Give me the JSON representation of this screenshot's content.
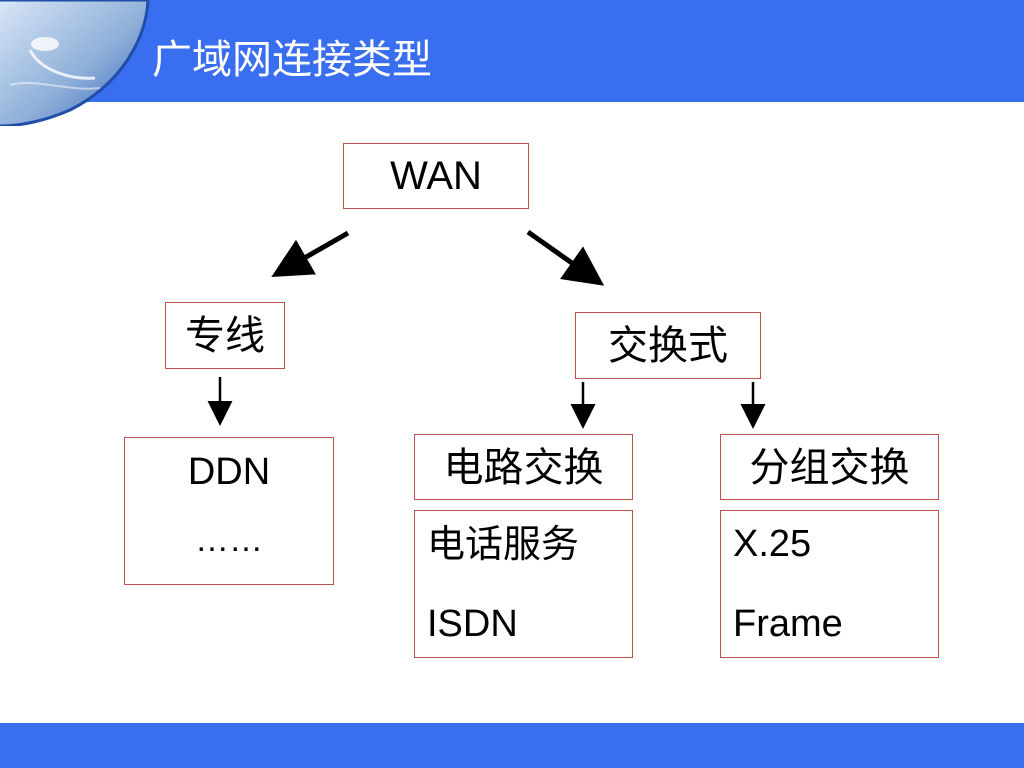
{
  "slide": {
    "title": "广域网连接类型",
    "colors": {
      "header": "#3a6ef0",
      "footer": "#3a6ef0",
      "box_border": "#c0504d",
      "title_text": "#ffffff"
    }
  },
  "diagram": {
    "root": {
      "label": "WAN"
    },
    "leased": {
      "label": "专线"
    },
    "switched": {
      "label": "交换式"
    },
    "leased_examples": {
      "lines": [
        "DDN",
        "……"
      ]
    },
    "circuit": {
      "label": "电路交换"
    },
    "circuit_examples": {
      "lines": [
        "电话服务",
        "ISDN"
      ]
    },
    "packet": {
      "label": "分组交换"
    },
    "packet_examples": {
      "lines": [
        "X.25",
        "Frame"
      ]
    }
  }
}
